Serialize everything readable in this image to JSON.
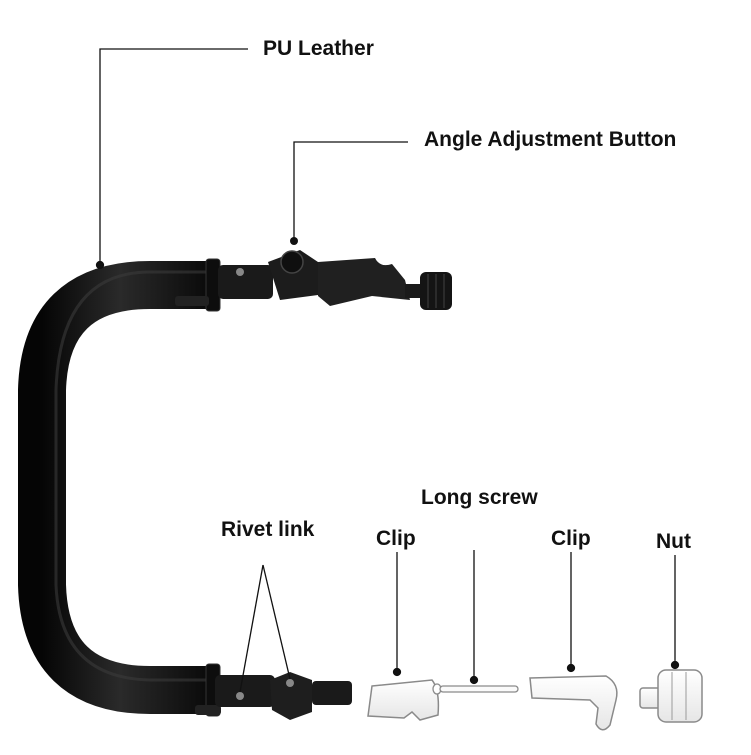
{
  "labels": {
    "pu_leather": "PU Leather",
    "angle_button": "Angle Adjustment Button",
    "long_screw": "Long screw",
    "rivet_link": "Rivet link",
    "clip_left": "Clip",
    "clip_right": "Clip",
    "nut": "Nut"
  },
  "colors": {
    "leather": "#141414",
    "plastic": "#1c1c1c",
    "line": "#111111",
    "part_outline": "#8a8a8a"
  }
}
